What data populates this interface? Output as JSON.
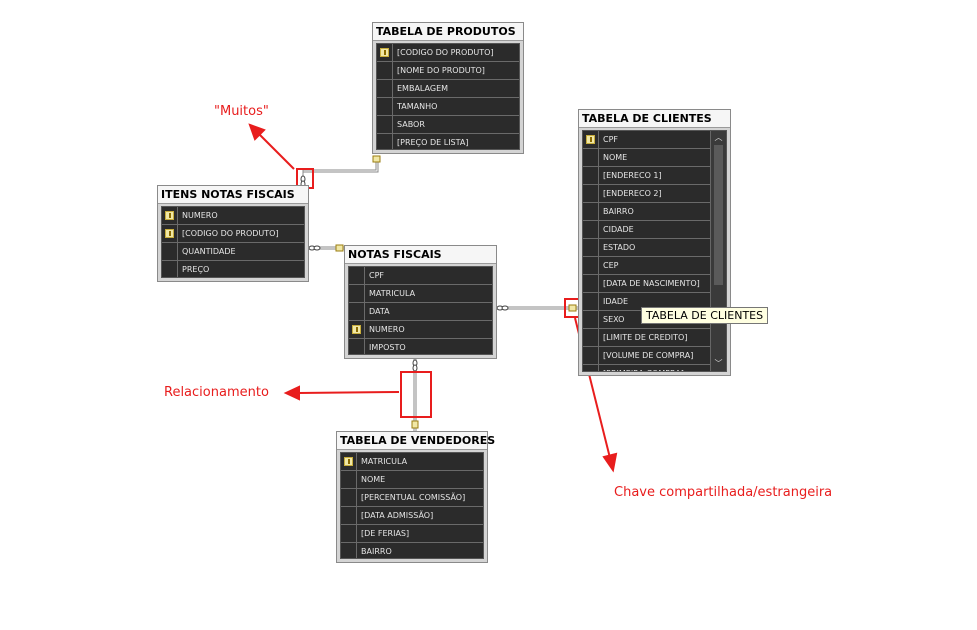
{
  "tables": {
    "produtos": {
      "title": "TABELA DE PRODUTOS",
      "columns": [
        {
          "name": "[CODIGO DO PRODUTO]",
          "pk": true
        },
        {
          "name": "[NOME DO PRODUTO]",
          "pk": false
        },
        {
          "name": "EMBALAGEM",
          "pk": false
        },
        {
          "name": "TAMANHO",
          "pk": false
        },
        {
          "name": "SABOR",
          "pk": false
        },
        {
          "name": "[PREÇO DE LISTA]",
          "pk": false
        }
      ]
    },
    "itens": {
      "title": "ITENS NOTAS FISCAIS",
      "columns": [
        {
          "name": "NUMERO",
          "pk": true
        },
        {
          "name": "[CODIGO DO PRODUTO]",
          "pk": true
        },
        {
          "name": "QUANTIDADE",
          "pk": false
        },
        {
          "name": "PREÇO",
          "pk": false
        }
      ]
    },
    "notas": {
      "title": "NOTAS FISCAIS",
      "columns": [
        {
          "name": "CPF",
          "pk": false
        },
        {
          "name": "MATRICULA",
          "pk": false
        },
        {
          "name": "DATA",
          "pk": false
        },
        {
          "name": "NUMERO",
          "pk": true
        },
        {
          "name": "IMPOSTO",
          "pk": false
        }
      ]
    },
    "clientes": {
      "title": "TABELA DE CLIENTES",
      "columns": [
        {
          "name": "CPF",
          "pk": true
        },
        {
          "name": "NOME",
          "pk": false
        },
        {
          "name": "[ENDERECO 1]",
          "pk": false
        },
        {
          "name": "[ENDERECO 2]",
          "pk": false
        },
        {
          "name": "BAIRRO",
          "pk": false
        },
        {
          "name": "CIDADE",
          "pk": false
        },
        {
          "name": "ESTADO",
          "pk": false
        },
        {
          "name": "CEP",
          "pk": false
        },
        {
          "name": "[DATA DE NASCIMENTO]",
          "pk": false
        },
        {
          "name": "IDADE",
          "pk": false
        },
        {
          "name": "SEXO",
          "pk": false
        },
        {
          "name": "[LIMITE DE CREDITO]",
          "pk": false
        },
        {
          "name": "[VOLUME DE COMPRA]",
          "pk": false
        },
        {
          "name": "[PRIMEIRA COMPRA]",
          "pk": false
        }
      ]
    },
    "vendedores": {
      "title": "TABELA DE VENDEDORES",
      "columns": [
        {
          "name": "MATRICULA",
          "pk": true
        },
        {
          "name": "NOME",
          "pk": false
        },
        {
          "name": "[PERCENTUAL COMISSÃO]",
          "pk": false
        },
        {
          "name": "[DATA ADMISSÃO]",
          "pk": false
        },
        {
          "name": "[DE FERIAS]",
          "pk": false
        },
        {
          "name": "BAIRRO",
          "pk": false
        }
      ]
    }
  },
  "tooltip": "TABELA DE CLIENTES",
  "annotations": {
    "muitos": "\"Muitos\"",
    "relacionamento": "Relacionamento",
    "chave": "Chave compartilhada/estrangeira"
  },
  "colors": {
    "annotation": "#e81d1d",
    "pk_key": "#f1e8a6",
    "grid_body": "#2b2b2b"
  },
  "scrollbar": {
    "up_icon": "chevron-up-icon",
    "down_icon": "chevron-down-icon"
  }
}
